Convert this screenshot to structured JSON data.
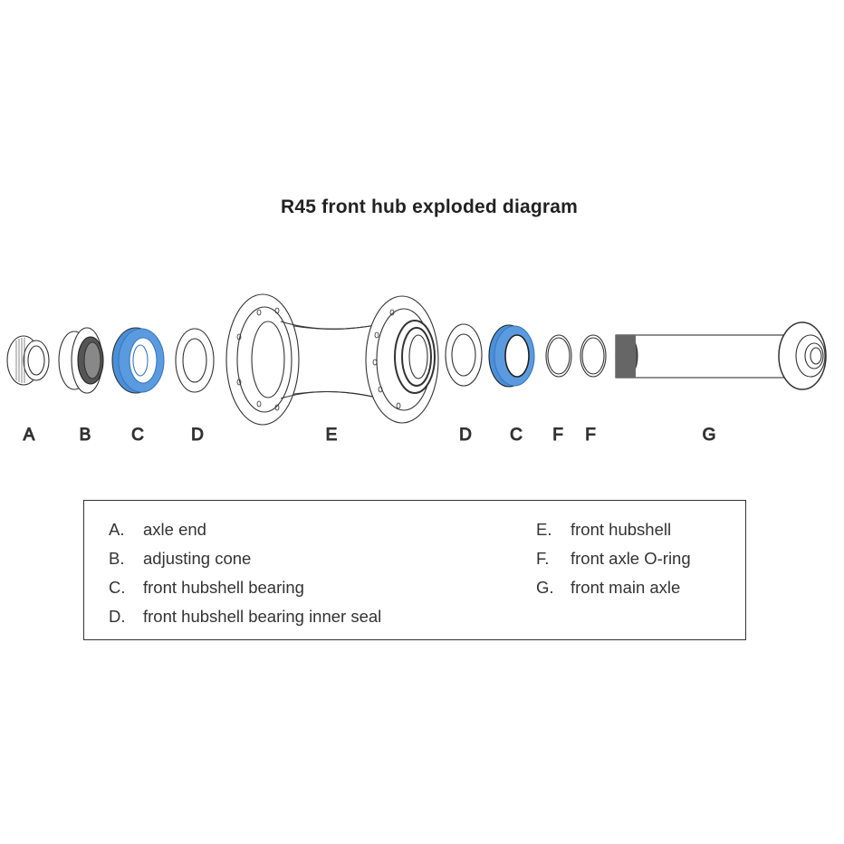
{
  "title": "R45 front hub exploded diagram",
  "colors": {
    "bearing": "#4a90d9",
    "line": "#333333"
  },
  "parts": [
    {
      "letter": "A"
    },
    {
      "letter": "B"
    },
    {
      "letter": "C"
    },
    {
      "letter": "D"
    },
    {
      "letter": "E"
    },
    {
      "letter": "D"
    },
    {
      "letter": "C"
    },
    {
      "letter": "F"
    },
    {
      "letter": "F"
    },
    {
      "letter": "G"
    }
  ],
  "legend": [
    {
      "key": "A.",
      "text": "axle end"
    },
    {
      "key": "B.",
      "text": "adjusting cone"
    },
    {
      "key": "C.",
      "text": "front hubshell bearing"
    },
    {
      "key": "D.",
      "text": "front hubshell bearing inner seal"
    },
    {
      "key": "E.",
      "text": "front hubshell"
    },
    {
      "key": "F.",
      "text": "front axle O-ring"
    },
    {
      "key": "G.",
      "text": "front main axle"
    }
  ]
}
